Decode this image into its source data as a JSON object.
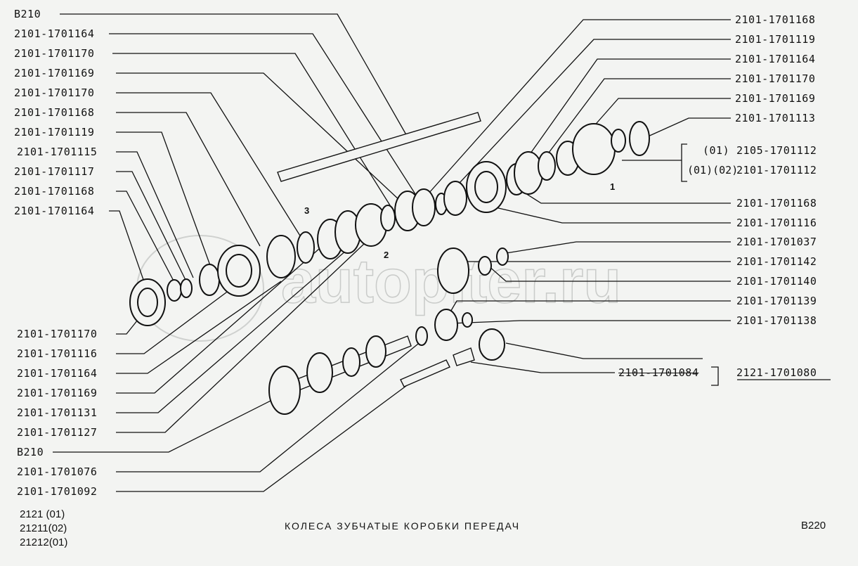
{
  "diagram": {
    "title": "КОЛЕСА ЗУБЧАТЫЕ КОРОБКИ ПЕРЕДАЧ",
    "page_code": "В220",
    "models": [
      "2121 (01)",
      "21211(02)",
      "21212(01)"
    ],
    "watermark": "autopiter.ru",
    "left_top_labels": [
      "В210",
      "2101-1701164",
      "2101-1701170",
      "2101-1701169",
      "2101-1701170",
      "2101-1701168",
      "2101-1701119",
      "2101-1701115",
      "2101-1701117",
      "2101-1701168",
      "2101-1701164"
    ],
    "left_bottom_labels": [
      "2101-1701170",
      "2101-1701116",
      "2101-1701164",
      "2101-1701169",
      "2101-1701131",
      "2101-1701127",
      "В210",
      "2101-1701076",
      "2101-1701092"
    ],
    "right_top_labels": [
      "2101-1701168",
      "2101-1701119",
      "2101-1701164",
      "2101-1701170",
      "2101-1701169",
      "2101-1701113"
    ],
    "right_group": [
      {
        "variant": "(01)",
        "part": "2105-1701112"
      },
      {
        "variant": "(01)(02)",
        "part": "2101-1701112"
      }
    ],
    "right_bottom_labels": [
      "2101-1701168",
      "2101-1701116",
      "2101-1701037",
      "2101-1701142",
      "2101-1701140",
      "2101-1701139",
      "2101-1701138"
    ],
    "superseded_part": "2101-1701084",
    "replacement_part": "2121-1701080",
    "callouts": [
      "1",
      "2",
      "3"
    ]
  }
}
